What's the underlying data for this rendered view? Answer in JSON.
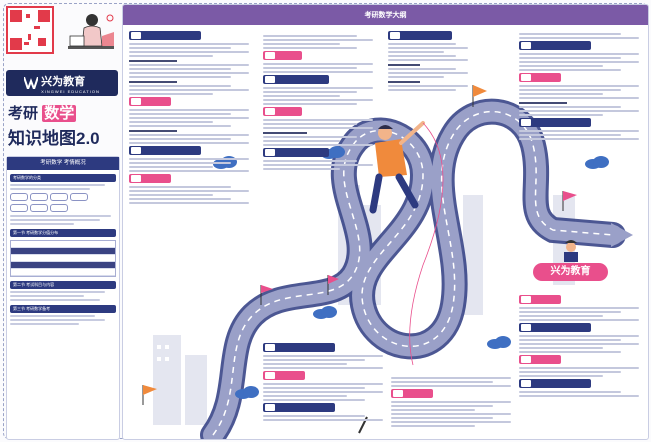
{
  "brand": {
    "name": "兴为教育",
    "sub": "XINGWEI EDUCATION"
  },
  "poster": {
    "title_prefix": "考研",
    "title_highlight": "数学",
    "title_line2": "知识地图2.0"
  },
  "overview": {
    "header": "考研数学 考情概况",
    "sections": [
      "考研数学的分类",
      "第一节 考研数学分值分布",
      "第二节 考试科目与内容",
      "第三节 考研数学备考"
    ]
  },
  "map": {
    "banner": "考研数学大纲",
    "badge": "兴为教育"
  },
  "colors": {
    "navy": "#2d3a80",
    "pink": "#e94f8c",
    "purple": "#7b5aa6",
    "road": "#9aa0c8"
  }
}
